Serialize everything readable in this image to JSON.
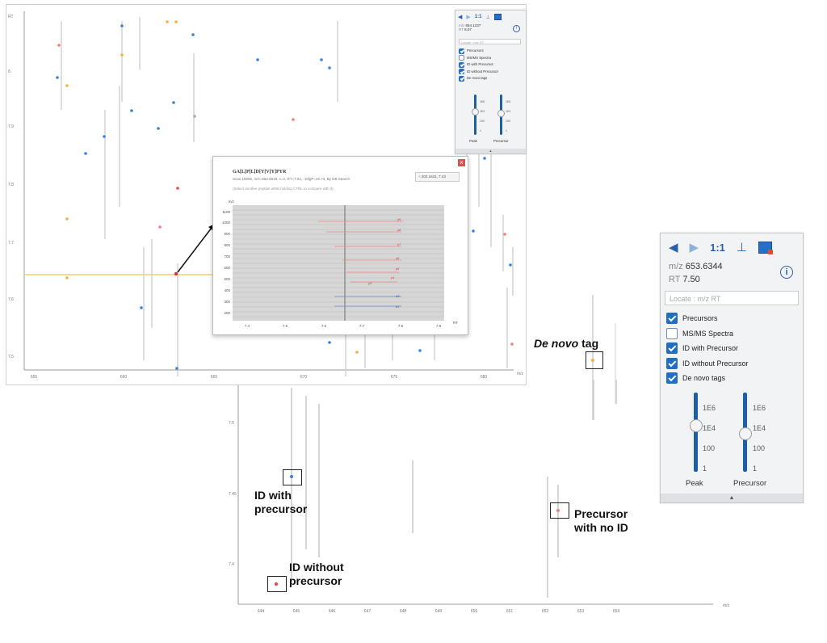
{
  "annotations": {
    "de_novo_italic": "De novo",
    "de_novo_rest": " tag",
    "id_with_precursor": [
      "ID with",
      "precursor"
    ],
    "precursor_no_id": [
      "Precursor",
      "with no ID"
    ],
    "id_without_precursor": [
      "ID without",
      "precursor"
    ]
  },
  "big_panel": {
    "one_to_one": "1:1",
    "mz_label": "m/z",
    "mz_value": "653.6344",
    "rt_label": "RT",
    "rt_value": "7.50",
    "locate_placeholder": "Locate : m/z RT",
    "checkboxes": [
      {
        "label": "Precursors",
        "checked": true
      },
      {
        "label": "MS/MS Spectra",
        "checked": false
      },
      {
        "label": "ID with Precursor",
        "checked": true
      },
      {
        "label": "ID without Precursor",
        "checked": true
      },
      {
        "label": "De novo tags",
        "checked": true
      }
    ],
    "ticks": [
      "1E6",
      "1E4",
      "100",
      "1"
    ],
    "peak_label": "Peak",
    "precursor_label": "Precursor",
    "peak_level": 0.5,
    "precursor_level": 0.43,
    "collapse": "▲"
  },
  "small_panel": {
    "one_to_one": "1:1",
    "mz_label": "m/z",
    "mz_value": "654.1237",
    "rt_label": "RT",
    "rt_value": "8.07",
    "locate_placeholder": "Locate : m/z RT",
    "checkboxes": [
      {
        "label": "Precursors",
        "checked": true
      },
      {
        "label": "MS/MS Spectra",
        "checked": false
      },
      {
        "label": "ID with Precursor",
        "checked": true
      },
      {
        "label": "ID without Precursor",
        "checked": true
      },
      {
        "label": "De novo tags",
        "checked": true
      }
    ],
    "ticks": [
      "1E6",
      "1E4",
      "100",
      "1"
    ],
    "peak_label": "Peak",
    "precursor_label": "Precursor",
    "collapse": "▲"
  },
  "popup": {
    "peptide": "GA[L[P[L[D[Y[V[Y]PYR",
    "scan_info": "Scan 18695, m/z=662.8618, z=2, RT=7.64, -10lgP=32.73, By DB Search",
    "hint": "(Select another peptide while holding CTRL to compare with it)",
    "coord_field": "202.1641, 7.43",
    "y_axis_title": "m/z",
    "x_axis_title": "RT",
    "y_ticks": [
      "1100",
      "1000",
      "900",
      "800",
      "700",
      "600",
      "500",
      "400",
      "300",
      "200"
    ],
    "x_ticks": [
      "7.4",
      "7.5",
      "7.6",
      "7.7",
      "7.8",
      "7.9"
    ]
  },
  "top_map": {
    "x_ticks": [
      "655",
      "660",
      "665",
      "670",
      "675",
      "680"
    ],
    "y_ticks": [
      "8",
      "7.9",
      "7.8",
      "7.7",
      "7.6",
      "7.5"
    ],
    "x_axis_title": "m/z",
    "y_axis_title": "RT"
  },
  "bottom_map": {
    "x_ticks": [
      "644",
      "645",
      "646",
      "647",
      "648",
      "649",
      "650",
      "651",
      "652",
      "653",
      "654"
    ],
    "y_ticks": [
      "7.5",
      "7.45",
      "7.4"
    ],
    "x_axis_title": "m/z"
  },
  "colors": {
    "blue_id": "#3a7fd8",
    "orange_precursor": "#f5b041",
    "red_no_id": "#e06060",
    "checkbox_blue": "#1f6fc4",
    "slider_blue": "#1a5fa8"
  }
}
